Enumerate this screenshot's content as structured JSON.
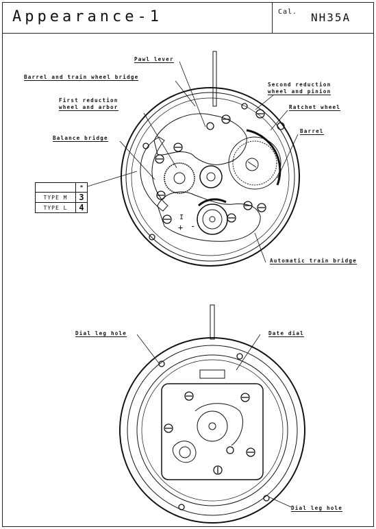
{
  "header": {
    "title": "Appearance-1",
    "cal_label": "Cal.",
    "cal_value": "NH35A"
  },
  "top_view": {
    "labels": {
      "pawl_lever": "Pawl lever",
      "barrel_bridge": "Barrel and train wheel bridge",
      "first_reduction_1": "First reduction",
      "first_reduction_2": "wheel and arbor",
      "balance_bridge": "Balance bridge",
      "second_reduction_1": "Second reduction",
      "second_reduction_2": "wheel and pinion",
      "ratchet_wheel": "Ratchet wheel",
      "barrel": "Barrel",
      "automatic_train_bridge": "Automatic train bridge"
    },
    "type_table": {
      "header_symbol": "*",
      "rows": [
        {
          "name": "TYPE M",
          "value": "3"
        },
        {
          "name": "TYPE L",
          "value": "4"
        }
      ]
    }
  },
  "bottom_view": {
    "labels": {
      "dial_leg_hole_top": "Dial leg hole",
      "date_dial": "Date dial",
      "dial_leg_hole_bottom": "Dial leg hole"
    }
  }
}
